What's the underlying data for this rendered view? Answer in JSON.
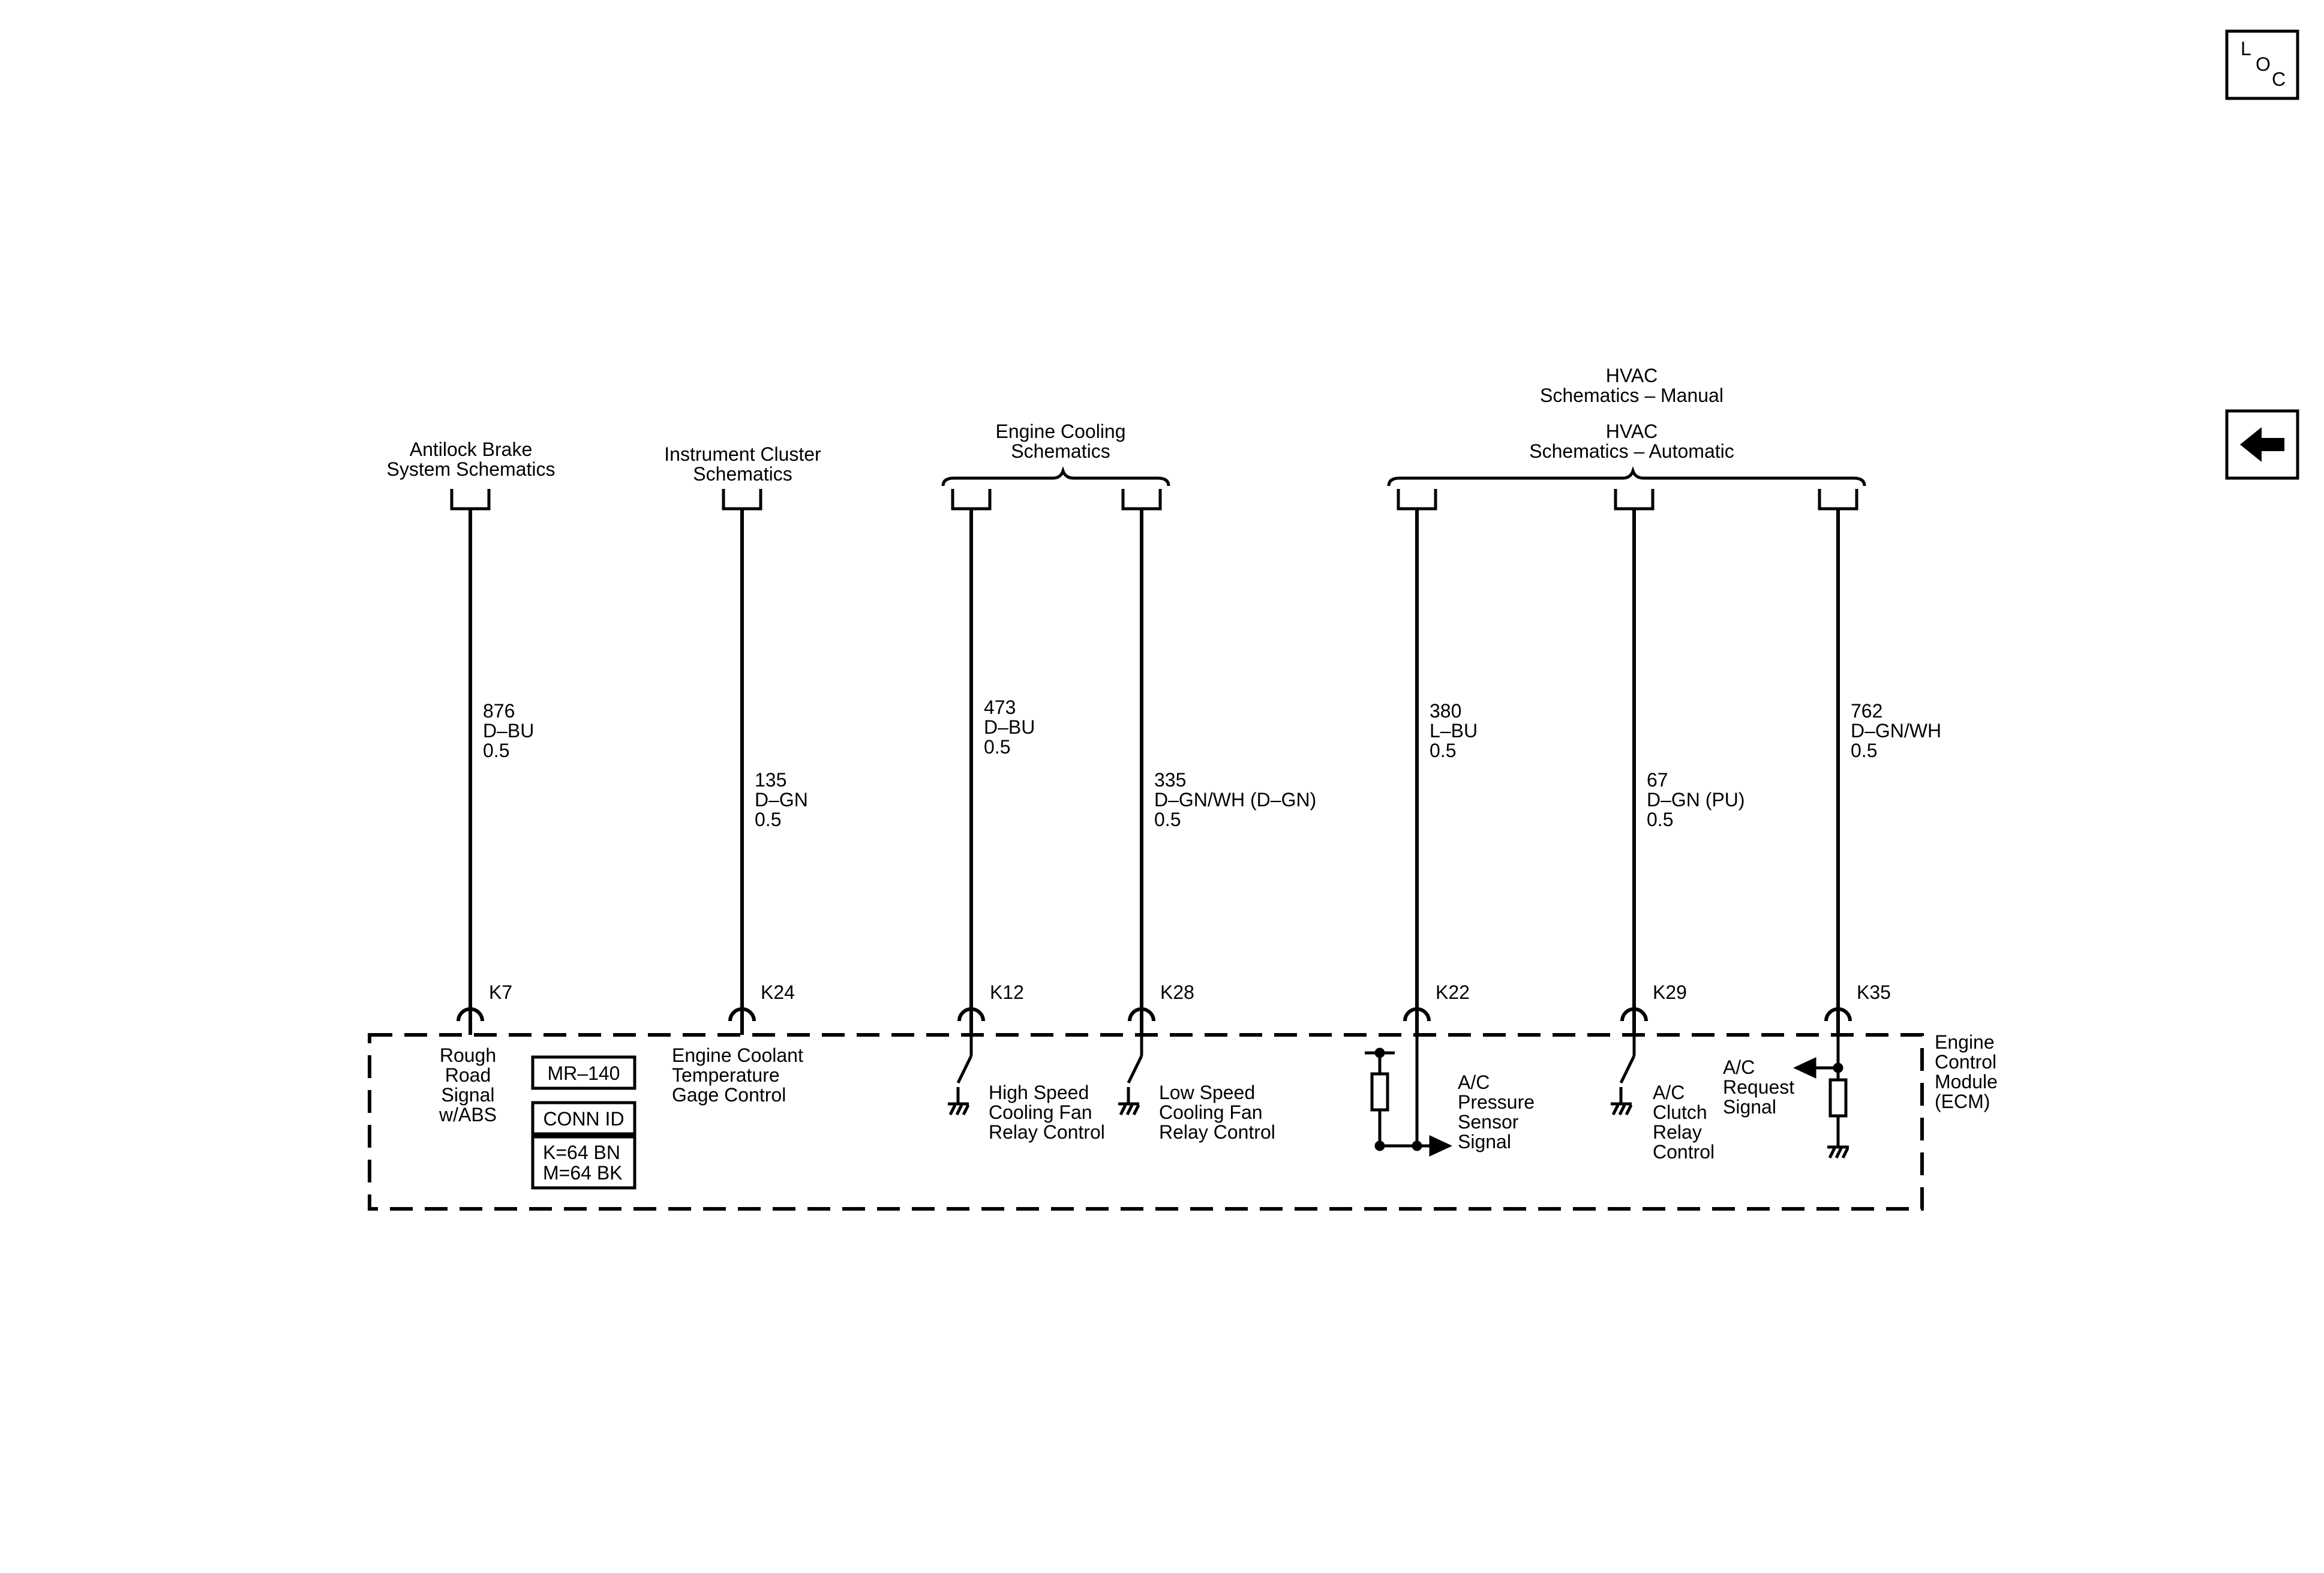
{
  "nav": {
    "loc_icon": "loc-icon",
    "loc_letters": [
      "L",
      "O",
      "C"
    ],
    "back_icon": "left-arrow-icon"
  },
  "headers": {
    "abs": [
      "Antilock Brake",
      "System Schematics"
    ],
    "ic": [
      "Instrument Cluster",
      "Schematics"
    ],
    "ecs": [
      "Engine Cooling",
      "Schematics"
    ],
    "hvac_manual": [
      "HVAC",
      "Schematics – Manual"
    ],
    "hvac_auto": [
      "HVAC",
      "Schematics – Automatic"
    ]
  },
  "wires": [
    {
      "circuit": "876",
      "color": "D–BU",
      "size": "0.5",
      "pin": "K7"
    },
    {
      "circuit": "135",
      "color": "D–GN",
      "size": "0.5",
      "pin": "K24"
    },
    {
      "circuit": "473",
      "color": "D–BU",
      "size": "0.5",
      "pin": "K12"
    },
    {
      "circuit": "335",
      "color": "D–GN/WH (D–GN)",
      "size": "0.5",
      "pin": "K28"
    },
    {
      "circuit": "380",
      "color": "L–BU",
      "size": "0.5",
      "pin": "K22"
    },
    {
      "circuit": "67",
      "color": "D–GN (PU)",
      "size": "0.5",
      "pin": "K29"
    },
    {
      "circuit": "762",
      "color": "D–GN/WH",
      "size": "0.5",
      "pin": "K35"
    }
  ],
  "functions": {
    "k7": [
      "Rough",
      "Road",
      "Signal",
      "w/ABS"
    ],
    "k24": [
      "Engine Coolant",
      "Temperature",
      "Gage Control"
    ],
    "k12": [
      "High Speed",
      "Cooling Fan",
      "Relay Control"
    ],
    "k28": [
      "Low Speed",
      "Cooling Fan",
      "Relay Control"
    ],
    "k22": [
      "A/C",
      "Pressure",
      "Sensor",
      "Signal"
    ],
    "k29": [
      "A/C",
      "Clutch",
      "Relay",
      "Control"
    ],
    "k35": [
      "A/C",
      "Request",
      "Signal"
    ]
  },
  "connector": {
    "part": "MR–140",
    "conn_id_label": "CONN ID",
    "ids": [
      "K=64 BN",
      "M=64 BK"
    ]
  },
  "module": [
    "Engine",
    "Control",
    "Module",
    "(ECM)"
  ]
}
